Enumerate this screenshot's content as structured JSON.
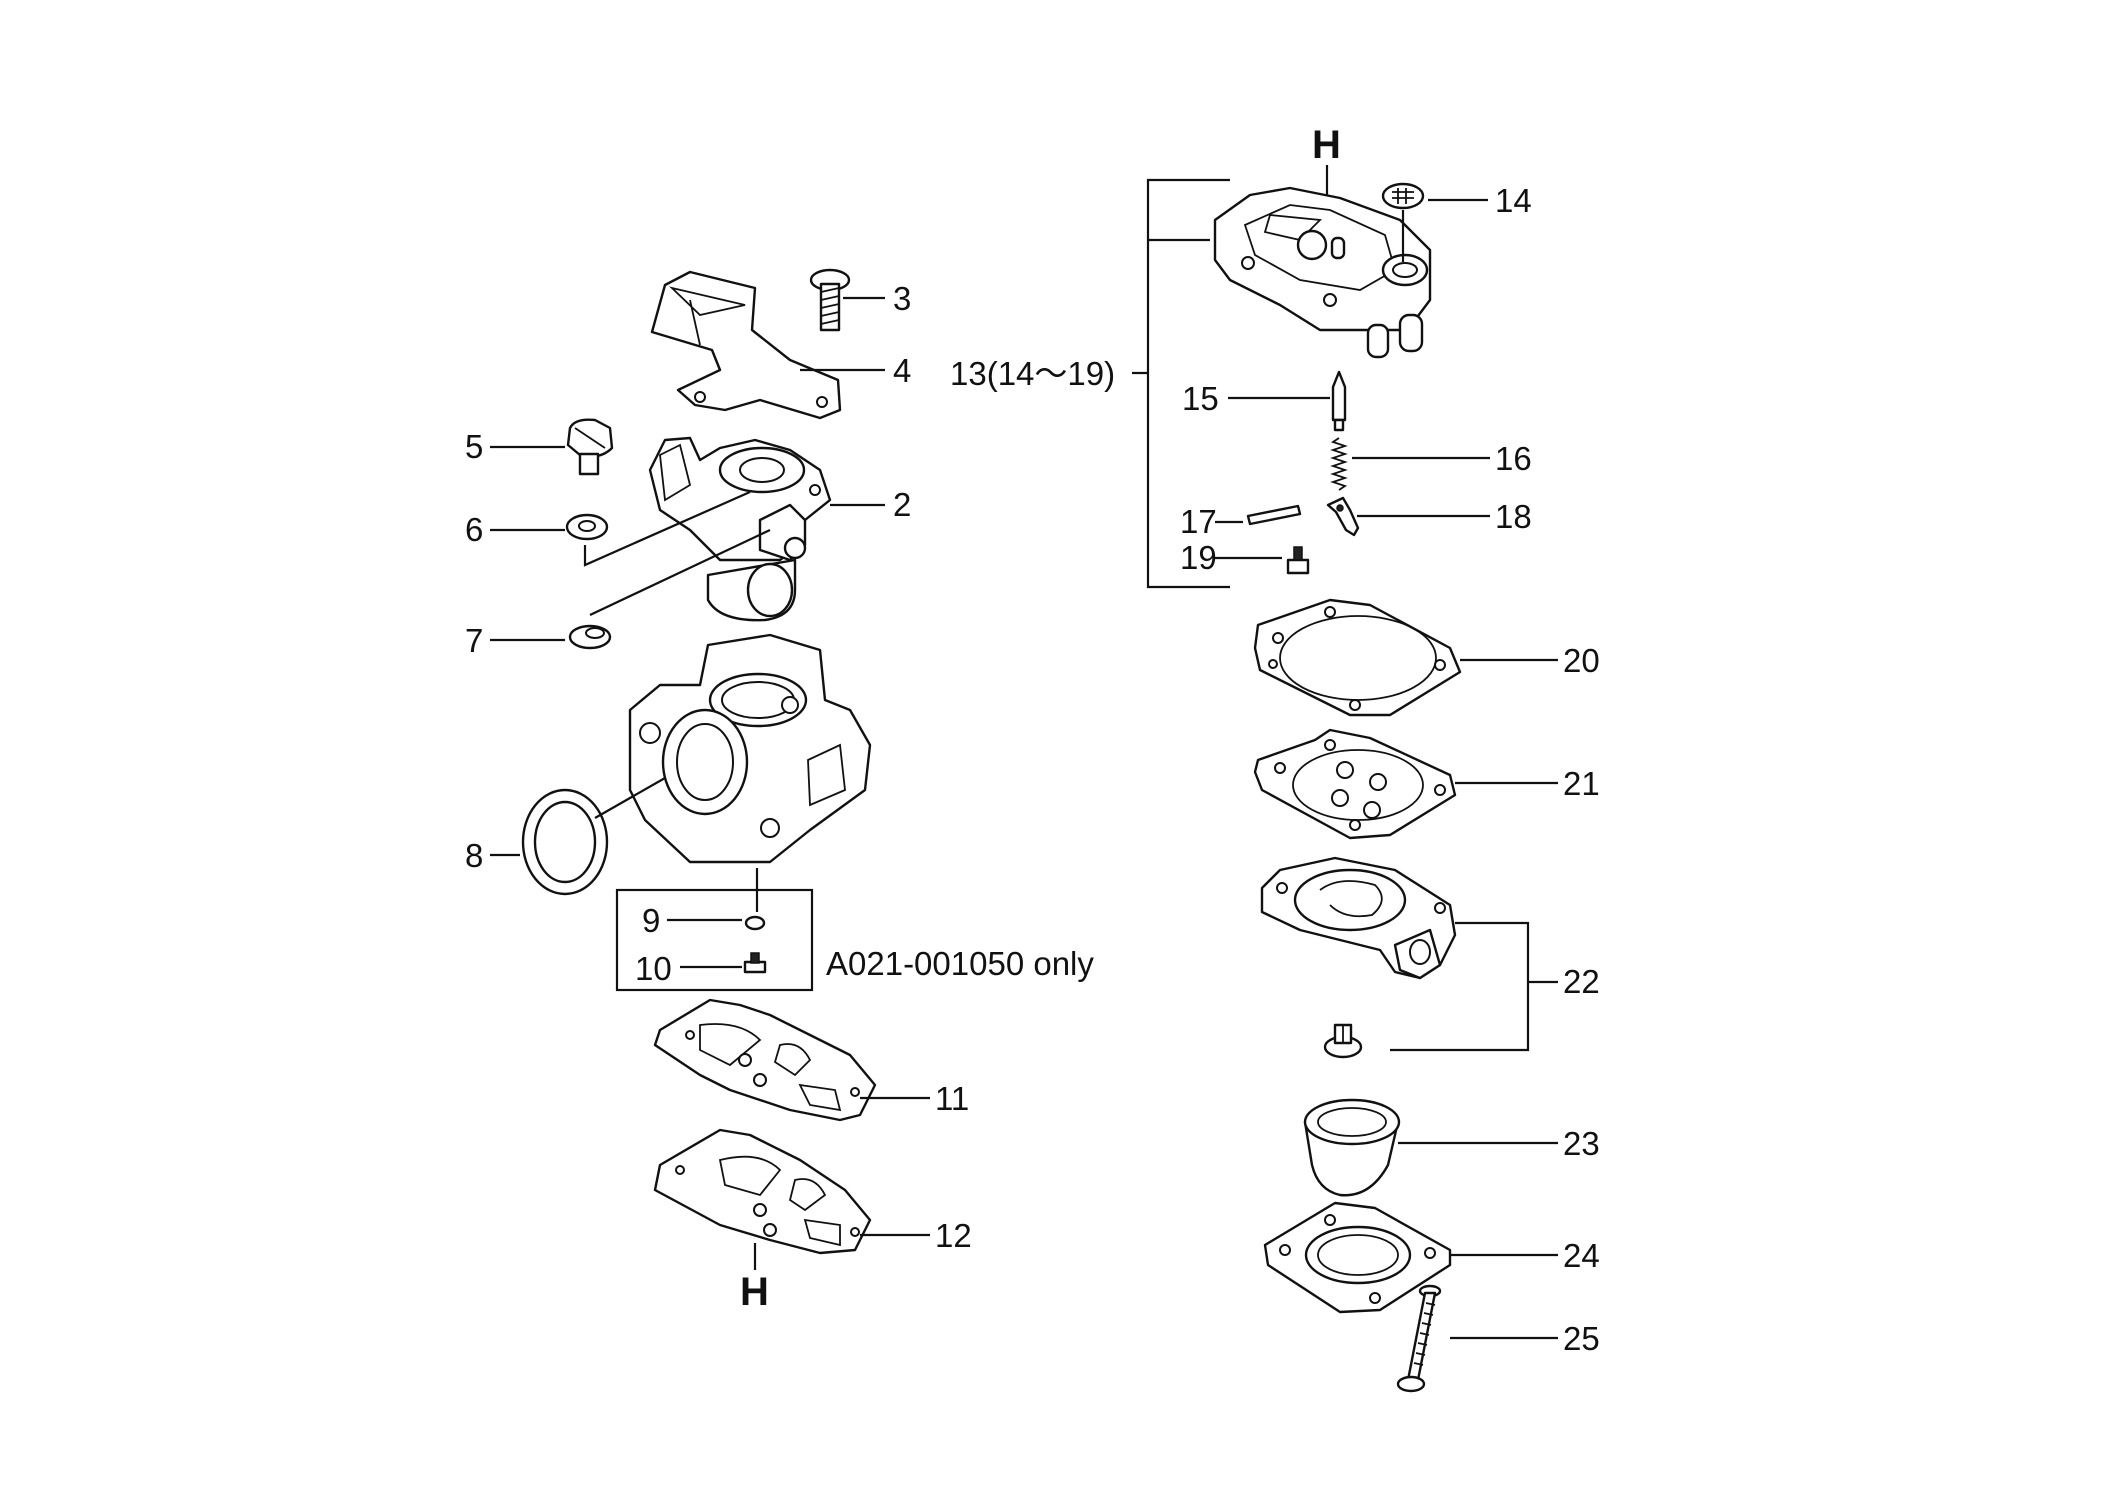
{
  "callouts": {
    "c2": "2",
    "c3": "3",
    "c4": "4",
    "c5": "5",
    "c6": "6",
    "c7": "7",
    "c8": "8",
    "c9": "9",
    "c10": "10",
    "c11": "11",
    "c12": "12",
    "c13": "13(14～19)",
    "c14": "14",
    "c15": "15",
    "c16": "16",
    "c17": "17",
    "c18": "18",
    "c19": "19",
    "c20": "20",
    "c21": "21",
    "c22": "22",
    "c23": "23",
    "c24": "24",
    "c25": "25"
  },
  "markers": {
    "h_top": "H",
    "h_bottom": "H"
  },
  "note": "A021-001050 only"
}
